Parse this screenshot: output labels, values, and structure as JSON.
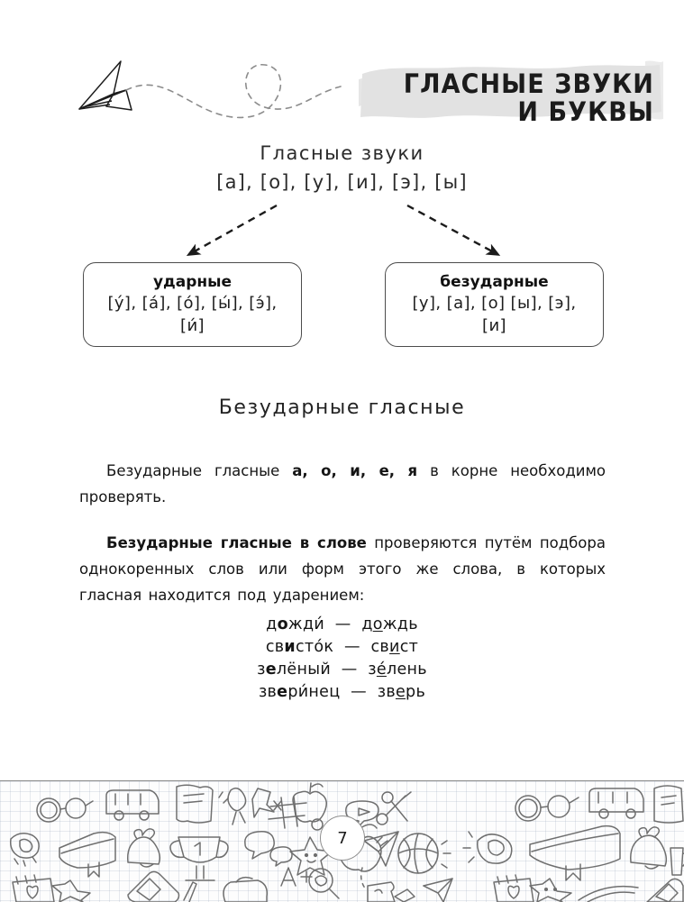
{
  "page": {
    "number": "7",
    "title": "ГЛАСНЫЕ ЗВУКИ\nИ БУКВЫ",
    "title_line1": "ГЛАСНЫЕ ЗВУКИ",
    "title_line2": "И БУКВЫ"
  },
  "decor": {
    "paper_plane": "paper-plane-doodle",
    "dashed_trail": "dashed-loop-trail",
    "brush_stroke_color": "#e2e2e2"
  },
  "diagram": {
    "heading": "Гласные звуки",
    "vowels": "[а], [о], [у], [и], [э], [ы]",
    "arrow_left": "dashed-arrow-down-left",
    "arrow_right": "dashed-arrow-down-right",
    "boxes": [
      {
        "title": "ударные",
        "line1": "[ý], [á], [ó], [ы́], [э́],",
        "line2": "[и́]"
      },
      {
        "title": "безударные",
        "line1": "[у], [а], [о] [ы], [э],",
        "line2": "[и]"
      }
    ]
  },
  "section": {
    "heading": "Безударные  гласные",
    "paragraph_1": {
      "before": "Безударные гласные ",
      "bold": "а, о, и, е, я",
      "after": " в корне необходимо проверять."
    },
    "paragraph_2": {
      "bold": "Безударные гласные в слове",
      "after": " проверяются путём подбора однокоренных слов или форм этого же слова, в которых гласная находится под ударением:"
    }
  },
  "examples": {
    "dash": "—",
    "pairs": [
      {
        "left_pre": "д",
        "left_bold": "о",
        "left_post": "жди́",
        "right_pre": "д",
        "right_mark": "о",
        "right_post": "ждь"
      },
      {
        "left_pre": "св",
        "left_bold": "и",
        "left_post": "сто́к",
        "right_pre": "св",
        "right_mark": "и",
        "right_post": "ст"
      },
      {
        "left_pre": "з",
        "left_bold": "е",
        "left_post": "лёный",
        "right_pre": "з",
        "right_mark": "е́",
        "right_post": "лень"
      },
      {
        "left_pre": "зв",
        "left_bold": "е",
        "left_post": "ри́нец",
        "right_pre": "зв",
        "right_mark": "е",
        "right_post": "рь"
      }
    ],
    "row_1": "дожди́  —  дождь",
    "row_2": "свисто́к  —  свист",
    "row_3": "зелёный  —  зе́лень",
    "row_4": "звери́нец  —  зверь"
  },
  "footer": {
    "doodles": [
      "glasses-doodle",
      "school-bus-doodle",
      "note-paper-doodle",
      "ribbon-doodle",
      "apple-doodle",
      "ruler-doodle",
      "book-doodle",
      "bell-doodle",
      "trophy-doodle",
      "speech-bubble-doodle",
      "star-doodle",
      "notepad-doodle",
      "calculator-doodle",
      "pencil-doodle",
      "backpack-doodle",
      "magnifier-doodle",
      "a-plus-doodle",
      "paper-plane-doodle",
      "basketball-doodle",
      "tic-tac-toe-doodle",
      "scissors-doodle",
      "puzzle-doodle",
      "cup-doodle"
    ],
    "grid_background": "graph-paper"
  }
}
